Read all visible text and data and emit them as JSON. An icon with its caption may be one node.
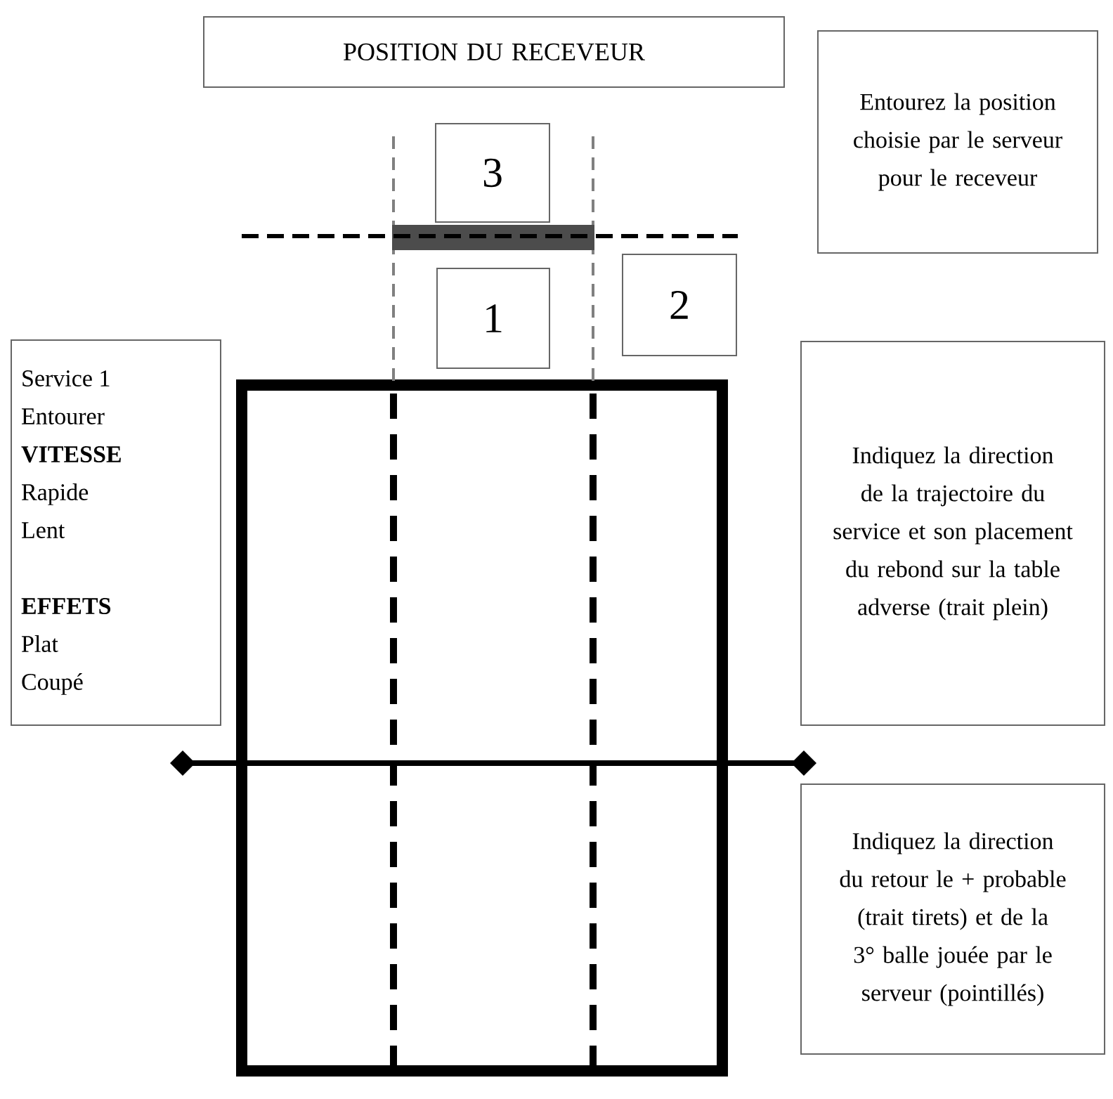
{
  "diagram": {
    "nodes": [
      {
        "text": [
          "POSITION DU RECEVEUR"
        ]
      },
      {
        "text": [
          "Entourez la position choisie par le serveur pour le receveur"
        ]
      },
      {
        "text": [
          "3"
        ]
      },
      {
        "text": [
          "1"
        ]
      },
      {
        "text": [
          "2"
        ]
      },
      {
        "text": [
          "Service 1",
          "Entourer",
          "VITESSE",
          "Rapide",
          "Lent",
          "EFFETS",
          "Plat",
          "Coupé"
        ]
      },
      {
        "text": [
          "Indiquez la direction de la trajectoire du service et son placement du rebond sur la table adverse (trait plein)"
        ]
      },
      {
        "text": [
          "Indiquez la direction du retour le + probable (trait tirets) et de la 3° balle jouée par le serveur (pointillés)"
        ]
      }
    ]
  }
}
